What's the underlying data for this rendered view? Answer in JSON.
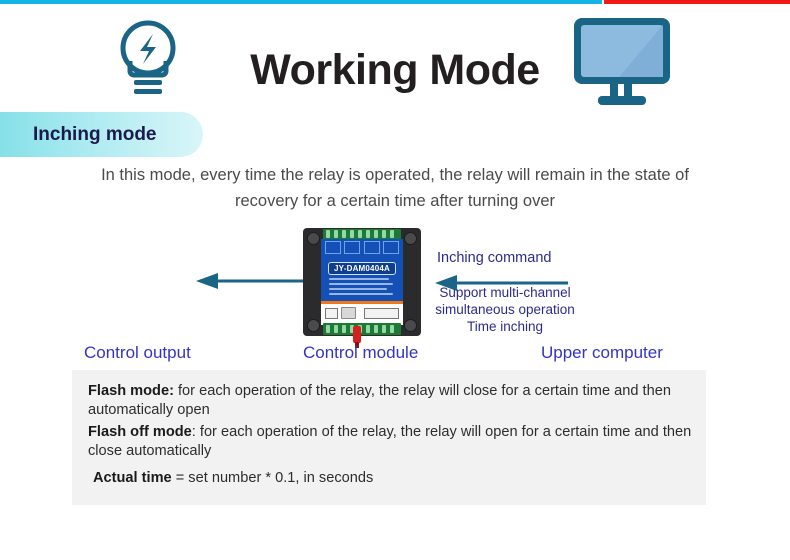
{
  "rules": {
    "cyan": "#12b5e5",
    "red": "#f01a18"
  },
  "header": {
    "title": "Working Mode"
  },
  "mode": {
    "badge_label": "Inching mode",
    "description": "In this mode, every time the relay is operated, the relay will remain in the state of recovery for a certain time after turning over"
  },
  "diagram": {
    "bulb_icon": "lightbulb-bolt-icon",
    "module_icon": "relay-control-module-icon",
    "module_model": "JY-DAM0404A",
    "monitor_icon": "computer-monitor-icon",
    "arrow_output_icon": "arrow-left-icon",
    "arrow_command_icon": "arrow-left-icon",
    "command_label": "Inching command",
    "command_sub": "Support multi-channel simultaneous operation Time inching",
    "captions": {
      "output": "Control output",
      "module": "Control module",
      "upper": "Upper computer"
    },
    "accent_color": "#1a6485",
    "caption_color": "#3434c4"
  },
  "info": {
    "line1_title": "Flash mode:",
    "line1_text": " for each operation of the relay, the relay will close for a certain time and then automatically open",
    "line2_title": "Flash off mode",
    "line2_text": ": for each operation of the relay, the relay will open for a certain time and then close automatically",
    "line3_title": "Actual time",
    "line3_text": " = set number * 0.1, in seconds"
  }
}
